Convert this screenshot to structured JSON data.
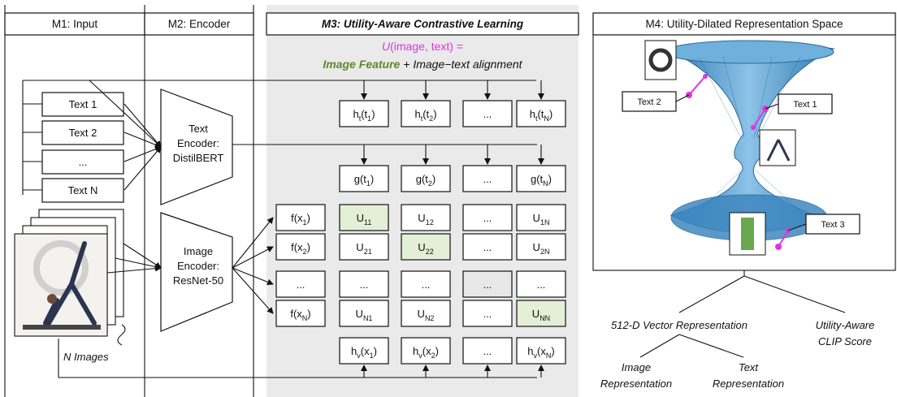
{
  "colors": {
    "m3_background": "#eaeaea",
    "m3_title": "#5a8a2a",
    "utility_symbol": "#e033e0",
    "diagonal_cell": "#e3efd6",
    "surface": "#3a8ec4",
    "marker": "#e033e0"
  },
  "modules": {
    "m1": "M1: Input",
    "m2": "M2: Encoder",
    "m3": "M3: Utility-Aware  Contrastive Learning",
    "m4": "M4: Utility-Dilated Representation Space"
  },
  "formula": {
    "u": "U",
    "args": "(image, text) =",
    "feature": "Image Feature",
    "plus": " + Image−text alignment"
  },
  "input": {
    "texts": [
      "Text 1",
      "Text 2",
      "...",
      "Text N"
    ],
    "images_label": "N Images"
  },
  "encoders": {
    "text": [
      "Text",
      "Encoder:",
      "DistilBERT"
    ],
    "image": [
      "Image",
      "Encoder:",
      "ResNet-50"
    ]
  },
  "grid": {
    "ht": [
      [
        "h",
        "t",
        "(t",
        "1",
        ")"
      ],
      [
        "h",
        "t",
        "(t",
        "2",
        ")"
      ],
      [
        "...",
        "",
        "",
        "",
        ""
      ],
      [
        "h",
        "t",
        "(t",
        "N",
        ")"
      ]
    ],
    "g": [
      [
        "g(t",
        "1",
        ")"
      ],
      [
        "g(t",
        "2",
        ")"
      ],
      [
        "...",
        "",
        ""
      ],
      [
        "g(t",
        "N",
        ")"
      ]
    ],
    "f": [
      [
        "f(x",
        "1",
        ")"
      ],
      [
        "f(x",
        "2",
        ")"
      ],
      [
        "...",
        "",
        ""
      ],
      [
        "f(x",
        "N",
        ")"
      ]
    ],
    "u": [
      [
        [
          "U",
          "11"
        ],
        [
          "U",
          "12"
        ],
        [
          "...",
          ""
        ],
        [
          "U",
          "1N"
        ]
      ],
      [
        [
          "U",
          "21"
        ],
        [
          "U",
          "22"
        ],
        [
          "...",
          ""
        ],
        [
          "U",
          "2N"
        ]
      ],
      [
        [
          "...",
          ""
        ],
        [
          "...",
          ""
        ],
        [
          "...",
          ""
        ],
        [
          "...",
          ""
        ]
      ],
      [
        [
          "U",
          "N1"
        ],
        [
          "U",
          "N2"
        ],
        [
          "...",
          ""
        ],
        [
          "U",
          "NN"
        ]
      ]
    ],
    "hv": [
      [
        "h",
        "v",
        "(x",
        "1",
        ")"
      ],
      [
        "h",
        "v",
        "(x",
        "2",
        ")"
      ],
      [
        "...",
        "",
        "",
        "",
        ""
      ],
      [
        "h",
        "v",
        "(x",
        "N",
        ")"
      ]
    ]
  },
  "space": {
    "labels": [
      "Text 2",
      "Text 1",
      "Text 3"
    ]
  },
  "outputs": {
    "vector": "512-D Vector Representation",
    "clip": [
      "Utility-Aware",
      "CLIP Score"
    ],
    "image_rep": [
      "Image",
      "Representation"
    ],
    "text_rep": [
      "Text",
      "Representation"
    ]
  }
}
